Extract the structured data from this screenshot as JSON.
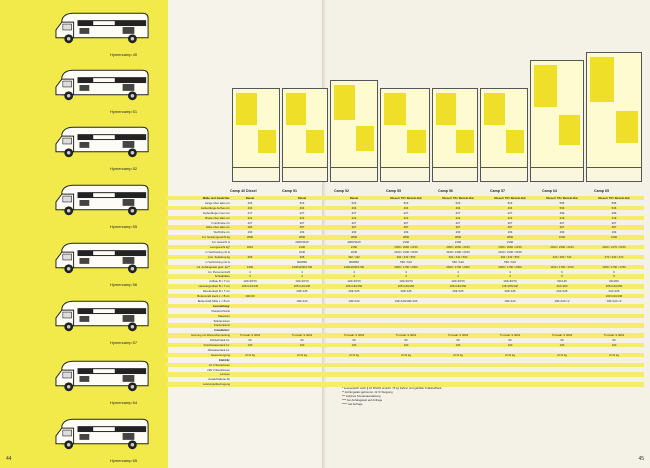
{
  "left_page": {
    "page_number": "44",
    "vans": [
      {
        "label": "Hymercamp 40"
      },
      {
        "label": "Hymercamp 51"
      },
      {
        "label": "Hymercamp 52"
      },
      {
        "label": "Hymercamp 55"
      },
      {
        "label": "Hymercamp 56"
      },
      {
        "label": "Hymercamp 57"
      },
      {
        "label": "Hymercamp 64"
      },
      {
        "label": "Hymercamp 65"
      }
    ]
  },
  "right_page": {
    "page_number": "45",
    "models": [
      "Camp 40 Diesel",
      "Camp 51",
      "Camp 52",
      "Camp 55",
      "Camp 56",
      "Camp 57",
      "Camp 64",
      "Camp 65"
    ],
    "spec_rows": [
      {
        "label": "Maße und Gewichte:",
        "header": true,
        "cells": [
          "Diesel",
          "Diesel",
          "Diesel",
          "Diesel / TD / Benzin-Kat",
          "Diesel / TD / Benzin-Kat",
          "Diesel / TD / Benzin-Kat",
          "Diesel / TD / Benzin-Kat",
          "Diesel / TD / Benzin-Kat"
        ]
      },
      {
        "label": "Länge über alles cm",
        "cells": [
          "463",
          "523",
          "523",
          "523",
          "523",
          "523",
          "596",
          "596"
        ]
      },
      {
        "label": "Außenlänge Aufbau cm",
        "cells": [
          "404",
          "464",
          "464",
          "464",
          "464",
          "464",
          "536",
          "536"
        ]
      },
      {
        "label": "Außenlänge innen cm",
        "cells": [
          "417",
          "427",
          "427",
          "427",
          "427",
          "427",
          "499",
          "499"
        ]
      },
      {
        "label": "Breite über alles cm",
        "cells": [
          "221",
          "222",
          "222",
          "222",
          "222",
          "222",
          "219",
          "219"
        ]
      },
      {
        "label": "Innenbreite cm",
        "cells": [
          "207",
          "207",
          "207",
          "207",
          "207",
          "207",
          "207",
          "207"
        ]
      },
      {
        "label": "Höhe über alles cm",
        "cells": [
          "282",
          "287",
          "287",
          "287",
          "287",
          "287",
          "287",
          "287"
        ]
      },
      {
        "label": "Stehhöhe cm",
        "cells": [
          "190",
          "193",
          "193",
          "193",
          "193",
          "193",
          "193",
          "193"
        ]
      },
      {
        "label": "zul. Gesamtgewicht kg",
        "cells": [
          "2800",
          "2800",
          "2800",
          "2800",
          "2800",
          "2800",
          "3100",
          "3100"
        ]
      },
      {
        "label": "zul. Gewicht G",
        "cells": [
          "",
          "2900/3100",
          "2900/3100",
          "2100",
          "2100",
          "2100",
          "",
          ""
        ]
      },
      {
        "label": "Leergewicht kg*",
        "cells": [
          "1810",
          "2100",
          "2150",
          "2050 / 2090 / 2150",
          "2050 / 2090 / 2150",
          "2050 / 2090 / 2150",
          "2400 / 2390 / 2150",
          "2400 / 2170 / 2150"
        ]
      },
      {
        "label": "in Verbindung mit G",
        "cells": [
          "",
          "2240",
          "2240",
          "2160 / 2190 / 2150",
          "2160 / 2190 / 2150",
          "2160 / 2190 / 2150",
          "",
          ""
        ]
      },
      {
        "label": "max. Zuladung kg",
        "cells": [
          "365",
          "395",
          "392 / 442",
          "392 / 442 / 560",
          "392 / 442 / 560",
          "392 / 442 / 560",
          "420 / 460 / 720",
          "370 / 330 / 370"
        ]
      },
      {
        "label": "in Verbindung mit G",
        "cells": [
          "",
          "900/860",
          "900/860",
          "560 / 610",
          "560 / 610",
          "560 / 610",
          "",
          ""
        ]
      },
      {
        "label": "zul. Anhängelast gebr. kg**",
        "cells": [
          "1300",
          "1400/2000/1700",
          "1400/2000/1700",
          "2000 / 1700 / 2000",
          "2000 / 1700 / 2000",
          "2000 / 1700 / 2000",
          "1100 / 1700 / 1700",
          "1250 / 1700 / 1750"
        ]
      },
      {
        "label": "zul. Personenzahl",
        "cells": [
          "4",
          "4",
          "4",
          "4",
          "4",
          "4",
          "6",
          "6"
        ]
      },
      {
        "label": "Schlafplätze",
        "cells": [
          "3",
          "4",
          "4",
          "4",
          "4",
          "4",
          "5",
          "5"
        ]
      },
      {
        "label": "Aufbau B × T cm",
        "cells": [
          "103×40/70",
          "103×40/70",
          "103×40/70",
          "103×40/70",
          "103×40/70",
          "103×40/70",
          "90×145",
          "90×200"
        ]
      },
      {
        "label": "Heckdoppelbett B × T cm",
        "cells": [
          "205×120/130",
          "205×120/130",
          "205×130/150",
          "205×130/150",
          "205×130/150",
          "115×205/130",
          "210×200",
          "205×120/150"
        ]
      },
      {
        "label": "Dinettenbett B × T cm",
        "cells": [
          "",
          "205×125",
          "203×125",
          "203×125",
          "203×125",
          "203×125",
          "210×125",
          "210×125"
        ]
      },
      {
        "label": "Bettenmaß Heck L × B cm",
        "cells": [
          "190×63",
          "",
          "",
          "",
          "",
          "",
          "",
          "160×120/130"
        ]
      },
      {
        "label": "Bettenmaß Mitte L × B cm",
        "cells": [
          "",
          "190×120",
          "190×120",
          "193×120/190×120",
          "",
          "190×120",
          "190×120 ×2",
          "190×120 ×2"
        ]
      },
      {
        "label": "Ausstattung:",
        "header": true,
        "cells": [
          "",
          "",
          "",
          "",
          "",
          "",
          "",
          ""
        ]
      },
      {
        "label": "Kleiderschrank",
        "cells": [
          "",
          "",
          "",
          "",
          "",
          "",
          "",
          ""
        ]
      },
      {
        "label": "Stauraum",
        "cells": [
          "",
          "",
          "",
          "",
          "",
          "",
          "",
          ""
        ]
      },
      {
        "label": "Toilettenraum",
        "cells": [
          "",
          "",
          "",
          "",
          "",
          "",
          "",
          ""
        ]
      },
      {
        "label": "Küchenblock",
        "cells": [
          "",
          "",
          "",
          "",
          "",
          "",
          "",
          ""
        ]
      },
      {
        "label": "Installation:",
        "header": true,
        "cells": [
          "",
          "",
          "",
          "",
          "",
          "",
          "",
          ""
        ]
      },
      {
        "label": "Heizung mit Warmluftverteilung",
        "cells": [
          "Trumatic S 3002",
          "Trumatic S 3002",
          "Trumatic S 3002",
          "Trumatic S 3002",
          "Trumatic S 3002",
          "Trumatic S 3002",
          "Trumatic S 3002",
          "Trumatic S 3002"
        ]
      },
      {
        "label": "Kühlschrank Ltr.",
        "cells": [
          "60",
          "60",
          "60",
          "60",
          "60",
          "60",
          "60",
          "60"
        ]
      },
      {
        "label": "Frischwassertank Ltr.",
        "cells": [
          "100",
          "100",
          "100",
          "100",
          "100",
          "100",
          "100",
          "100"
        ]
      },
      {
        "label": "Abwassertank Ltr.",
        "cells": [
          "",
          "",
          "",
          "",
          "",
          "",
          "",
          ""
        ]
      },
      {
        "label": "Gasversorgung",
        "cells": [
          "2×11 kg",
          "2×11 kg",
          "2×11 kg",
          "2×11 kg",
          "2×11 kg",
          "2×11 kg",
          "2×11 kg",
          "2×11 kg"
        ]
      },
      {
        "label": "Elektrik:",
        "header": true,
        "cells": [
          "",
          "",
          "",
          "",
          "",
          "",
          "",
          ""
        ]
      },
      {
        "label": "12 V-Steckdosen",
        "cells": [
          "",
          "",
          "",
          "",
          "",
          "",
          "",
          ""
        ]
      },
      {
        "label": "220 V-Steckdosen",
        "cells": [
          "",
          "",
          "",
          "",
          "",
          "",
          "",
          ""
        ]
      },
      {
        "label": "Lampen",
        "cells": [
          "",
          "",
          "",
          "",
          "",
          "",
          "",
          ""
        ]
      },
      {
        "label": "Zusatzbatterie Ah",
        "cells": [
          "",
          "",
          "",
          "",
          "",
          "",
          "",
          ""
        ]
      },
      {
        "label": "Leistungsübertragung",
        "cells": [
          "",
          "",
          "",
          "",
          "",
          "",
          "",
          ""
        ]
      }
    ],
    "notes": [
      "* Leergewicht nach § 42 StVZO einschl. 75 kg Fahrer und gefüllter Kraftstofftank",
      "** Anhängelast gebremst, 12 % Steigung",
      "*** Aufpreis Sonderausstattung",
      "**** bei Anhängelast auf Anfrage",
      "***** auf Anfrage"
    ]
  }
}
